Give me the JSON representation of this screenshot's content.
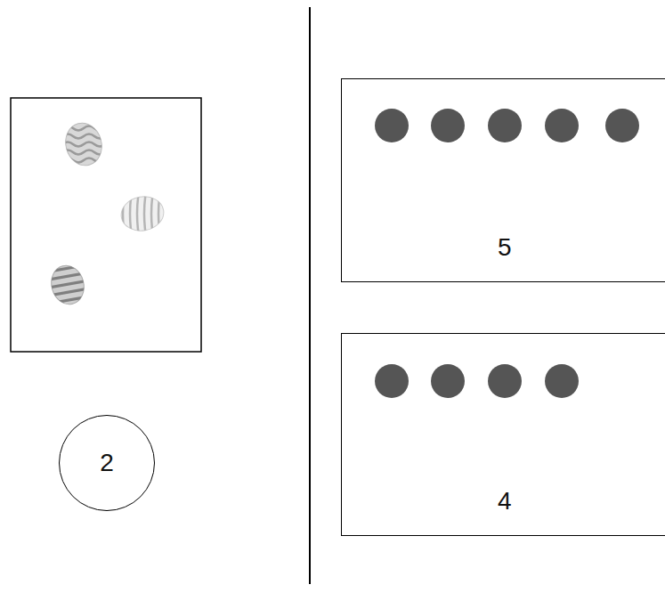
{
  "diagram": {
    "nodes": [
      {
        "text": [
          "2"
        ]
      },
      {
        "text": [
          "5"
        ]
      },
      {
        "text": [
          "4"
        ]
      }
    ]
  }
}
